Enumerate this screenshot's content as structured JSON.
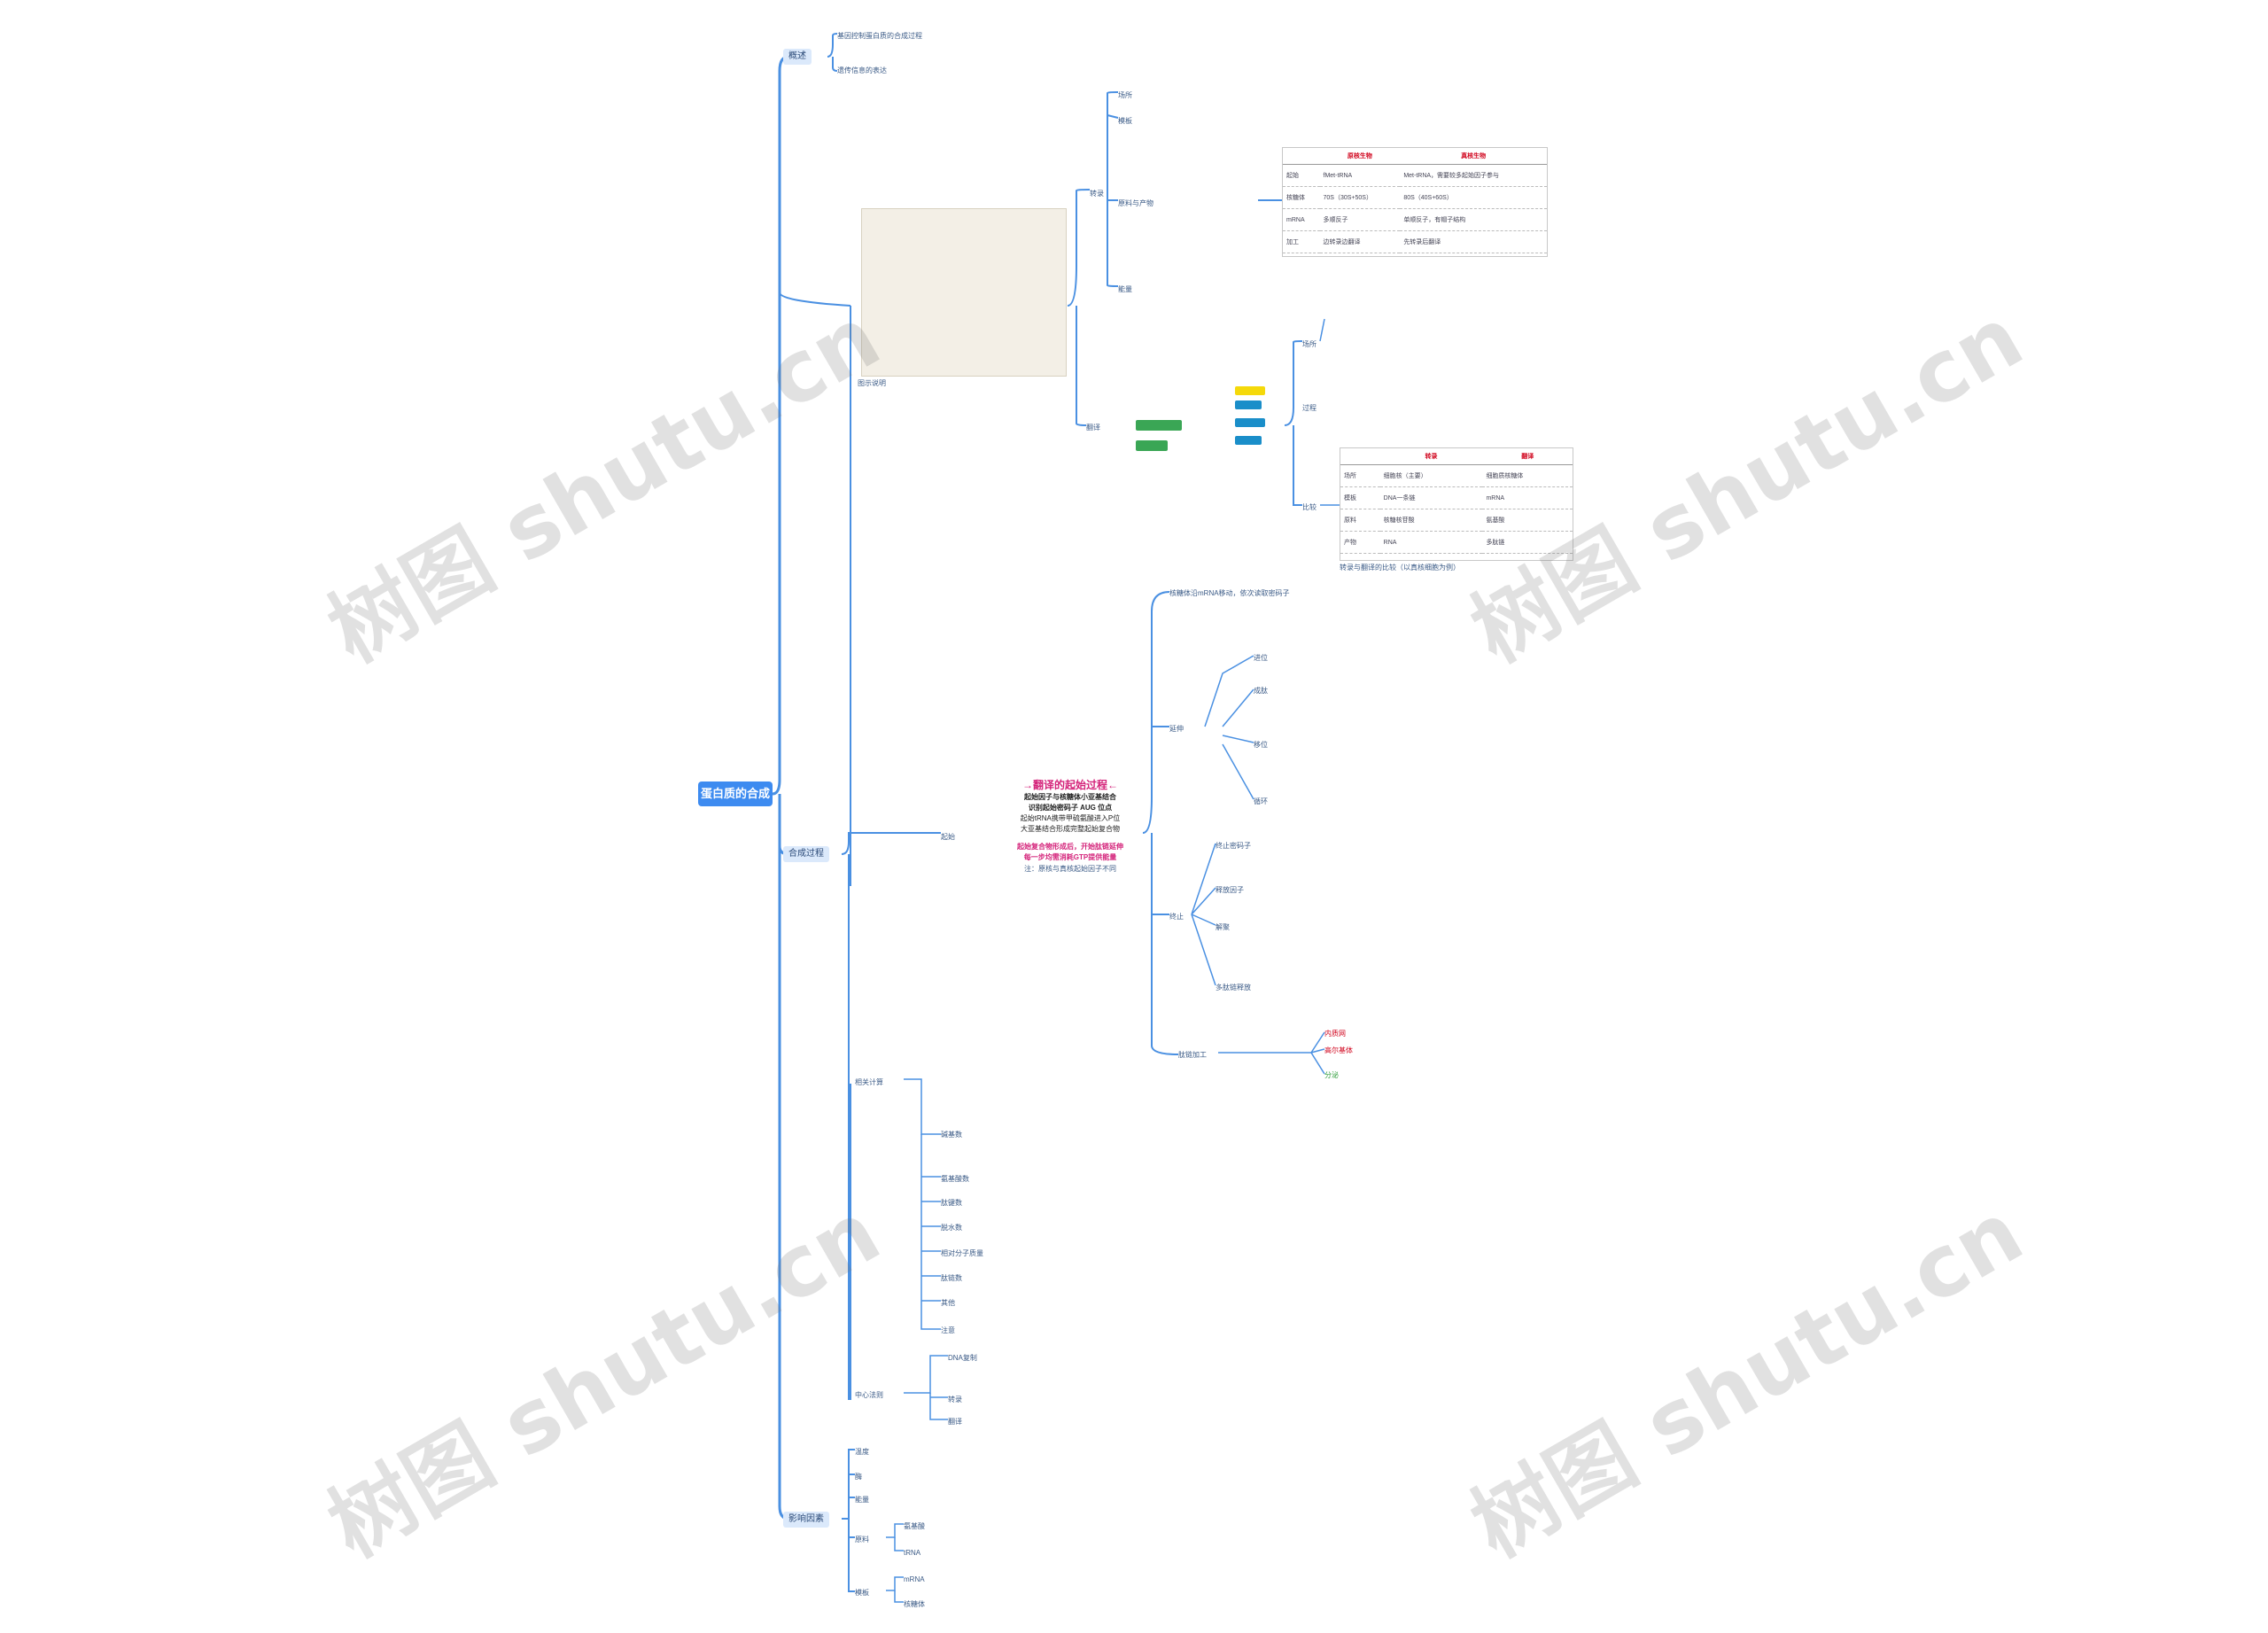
{
  "root": {
    "label": "蛋白质的合成"
  },
  "branches": [
    {
      "id": "b1",
      "label": "概述"
    },
    {
      "id": "b2",
      "label": ""
    },
    {
      "id": "b3",
      "label": "合成过程"
    },
    {
      "id": "b4",
      "label": "影响因素"
    }
  ],
  "watermark": "树图 shutu.cn",
  "colors": {
    "root_bg": "#3d8bf0",
    "branch_bg": "#dbe9fb",
    "line": "#4a90e2",
    "highlight_pink": "#d4237a",
    "highlight_red": "#d0021b",
    "highlight_green": "#2e9d3a"
  },
  "center_highlight": {
    "title": "→翻译的起始过程←",
    "lines": [
      "起始因子与核糖体小亚基结合",
      "识别起始密码子 AUG 位点",
      "起始tRNA携带甲硫氨酸进入P位",
      "大亚基结合形成完整起始复合物"
    ],
    "pink_lines": [
      "起始复合物形成后，开始肽链延伸",
      "每一步均需消耗GTP提供能量"
    ],
    "footer": "注：原核与真核起始因子不同"
  },
  "table1": {
    "headers": [
      "",
      "原核生物",
      "真核生物"
    ],
    "rows": [
      [
        "起始",
        "fMet-tRNA",
        "Met-tRNA，需要较多起始因子参与"
      ],
      [
        "核糖体",
        "70S（30S+50S）",
        "80S（40S+60S）"
      ],
      [
        "mRNA",
        "多顺反子",
        "单顺反子，有帽子结构"
      ],
      [
        "加工",
        "边转录边翻译",
        "先转录后翻译"
      ]
    ]
  },
  "table2": {
    "headers": [
      "",
      "转录",
      "翻译"
    ],
    "rows": [
      [
        "场所",
        "细胞核（主要）",
        "细胞质核糖体"
      ],
      [
        "模板",
        "DNA一条链",
        "mRNA"
      ],
      [
        "原料",
        "核糖核苷酸",
        "氨基酸"
      ],
      [
        "产物",
        "RNA",
        "多肽链"
      ]
    ],
    "caption": "转录与翻译的比较（以真核细胞为例）"
  }
}
